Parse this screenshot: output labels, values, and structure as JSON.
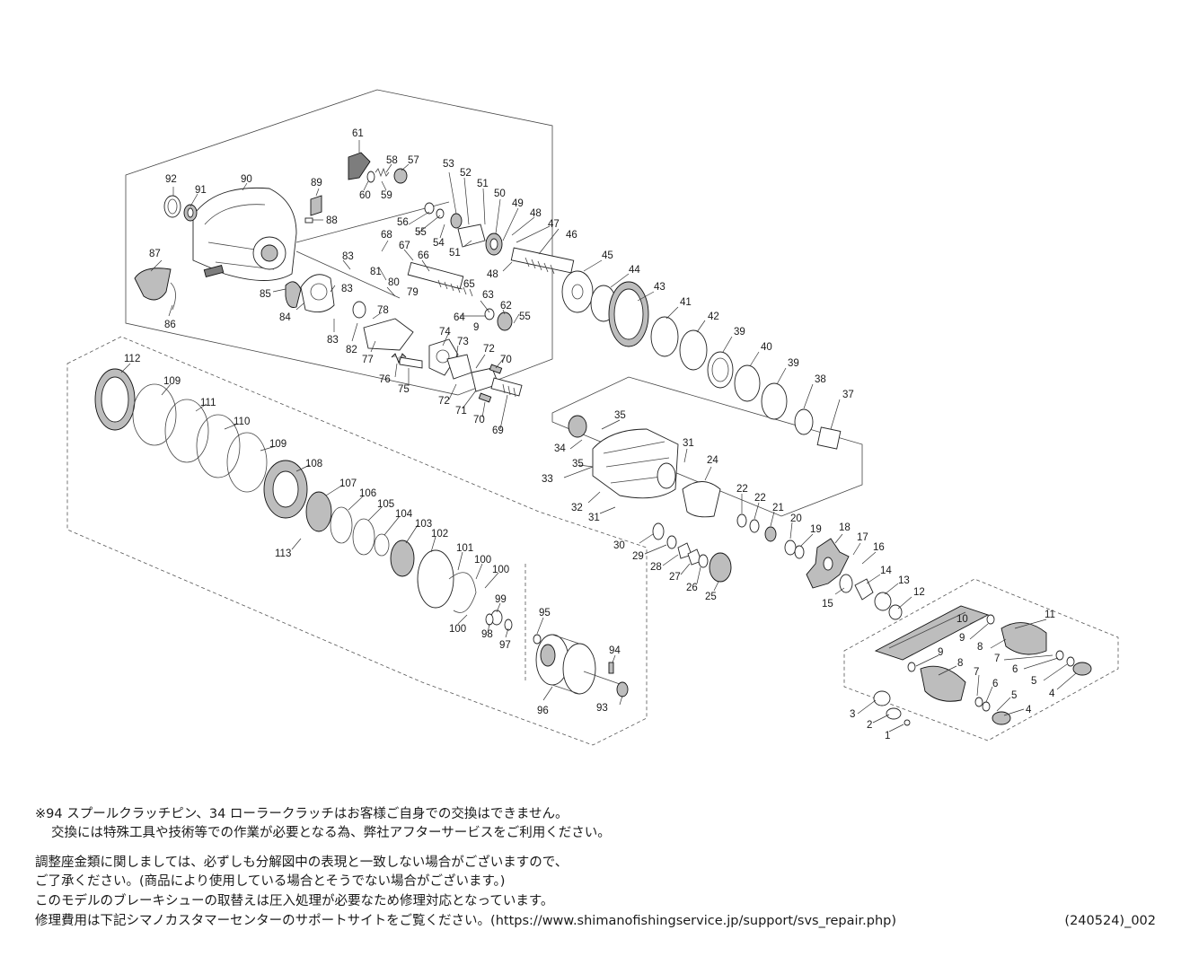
{
  "labels": [
    "1",
    "2",
    "3",
    "4",
    "4",
    "5",
    "5",
    "6",
    "6",
    "7",
    "7",
    "8",
    "8",
    "9",
    "9",
    "9",
    "10",
    "11",
    "12",
    "13",
    "14",
    "15",
    "16",
    "17",
    "18",
    "19",
    "20",
    "21",
    "22",
    "22",
    "24",
    "25",
    "26",
    "27",
    "28",
    "29",
    "30",
    "31",
    "31",
    "32",
    "33",
    "34",
    "35",
    "35",
    "37",
    "38",
    "39",
    "39",
    "40",
    "41",
    "42",
    "43",
    "44",
    "45",
    "46",
    "47",
    "48",
    "48",
    "49",
    "50",
    "51",
    "51",
    "52",
    "53",
    "54",
    "55",
    "55",
    "56",
    "57",
    "58",
    "59",
    "60",
    "61",
    "62",
    "63",
    "64",
    "65",
    "66",
    "67",
    "68",
    "69",
    "70",
    "70",
    "71",
    "72",
    "72",
    "73",
    "74",
    "75",
    "76",
    "77",
    "78",
    "79",
    "80",
    "81",
    "82",
    "83",
    "83",
    "83",
    "84",
    "85",
    "86",
    "87",
    "88",
    "89",
    "90",
    "91",
    "92",
    "93",
    "94",
    "95",
    "96",
    "97",
    "98",
    "99",
    "100",
    "100",
    "100",
    "101",
    "102",
    "103",
    "104",
    "105",
    "106",
    "107",
    "108",
    "109",
    "109",
    "110",
    "111",
    "112",
    "113"
  ],
  "notes": {
    "line1": "※94 スプールクラッチピン、34 ローラークラッチはお客様ご自身での交換はできません。",
    "line2": "交換には特殊工具や技術等での作業が必要となる為、弊社アフターサービスをご利用ください。",
    "line3": "調整座金類に関しましては、必ずしも分解図中の表現と一致しない場合がございますので、",
    "line4": "ご了承ください。(商品により使用している場合とそうでない場合がございます。)",
    "line5": "このモデルのブレーキシューの取替えは圧入処理が必要なため修理対応となっています。",
    "line6": "修理費用は下記シマノカスタマーセンターのサポートサイトをご覧ください。(https://www.shimanofishingservice.jp/support/svs_repair.php)"
  },
  "doc_code": "(240524)_002"
}
